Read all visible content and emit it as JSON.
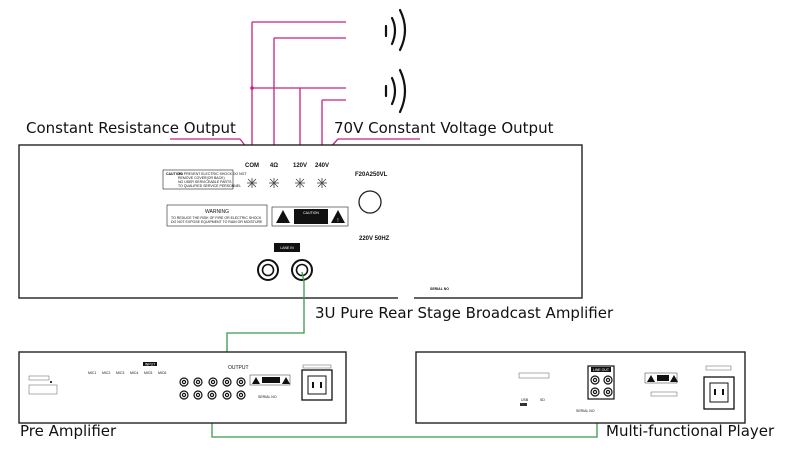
{
  "labels": {
    "constant_resistance": "Constant Resistance Output",
    "constant_voltage": "70V Constant Voltage Output",
    "amplifier": "3U Pure Rear Stage Broadcast Amplifier",
    "pre_amplifier": "Pre Amplifier",
    "player": "Multi-functional Player"
  },
  "amp_panel": {
    "terminals": [
      "COM",
      "4Ω",
      "120V",
      "240V"
    ],
    "model": "F20A250VL",
    "power": "220V 50HZ",
    "caution_title": "CAUTION:",
    "caution_lines": [
      "TO PREVENT ELECTRIC SHOCK DO NOT",
      "REMOVE COVER(OR BACK)",
      "NO USER SERVICEABLE PARTS",
      "TO QUALIFIED SERVICE PERSONNEL"
    ],
    "warning_title": "WARNING",
    "warning_lines": [
      "TO REDUCE THE RISK OF FIRE OR ELECTRIC SHOCK",
      "DO NOT EXPOSE EQUIPMENT TO RAIN OR MOISTURE"
    ],
    "caution_badge": "CAUTION",
    "line_in": "LANE IN",
    "serial": "SERIAL NO"
  },
  "pre_panel": {
    "input_label": "INPUT",
    "output_label": "OUTPUT",
    "mics": [
      "MIC1",
      "MIC2",
      "MIC3",
      "MIC4",
      "MIC5",
      "MIC6"
    ],
    "serial": "SERIAL NO"
  },
  "player_panel": {
    "line_out": "LINE OUT",
    "usb": "USB",
    "sd": "SD",
    "serial": "SERIAL NO"
  },
  "colors": {
    "speaker_wire": "#c6237d",
    "signal_wire": "#3a9a4a",
    "panel_border": "#222222"
  }
}
